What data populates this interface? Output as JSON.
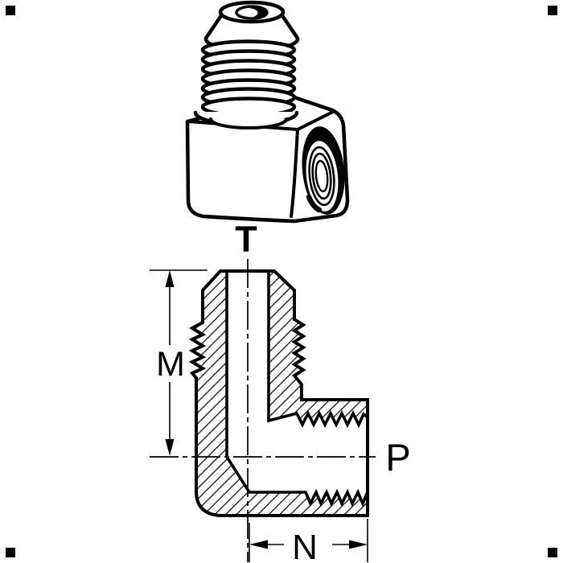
{
  "page": {
    "background": "#ffffff",
    "ink": "#000000"
  },
  "figure": {
    "kind": "technical-line-drawing",
    "subject": "90-degree elbow tube fitting: pictorial view above a dimensioned cross-section",
    "labels": {
      "t": "T",
      "m": "M",
      "n": "N",
      "p": "P"
    }
  }
}
